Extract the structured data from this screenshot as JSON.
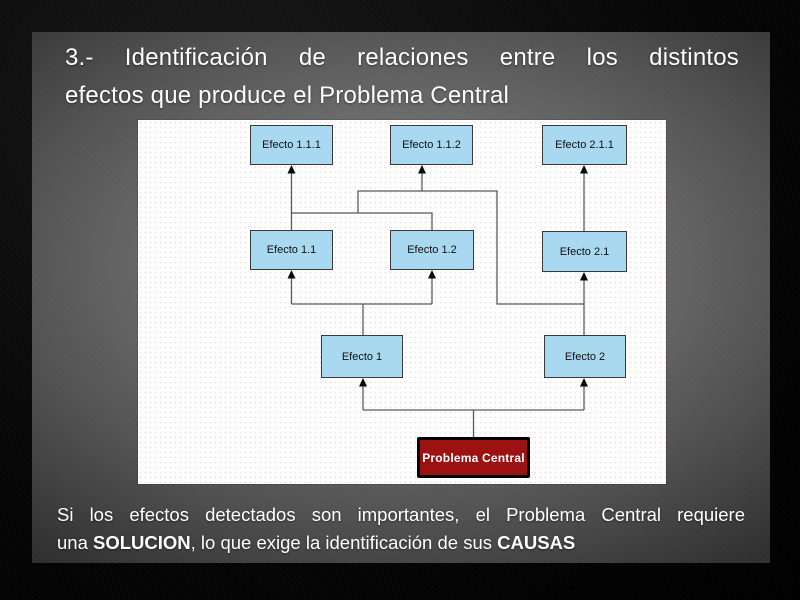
{
  "title": {
    "line1": "3.- Identificación de relaciones entre los distintos",
    "line2": "efectos que produce el Problema Central"
  },
  "footer": {
    "line1": "Si los efectos detectados son importantes, el Problema Central requiere",
    "line2_pre": "una ",
    "line2_bold1": "SOLUCION",
    "line2_mid": ", lo que exige la identificación de sus ",
    "line2_bold2": "CAUSAS"
  },
  "diagram": {
    "effects": [
      {
        "label": "Efecto 1.1.1"
      },
      {
        "label": "Efecto 1.1.2"
      },
      {
        "label": "Efecto 2.1.1"
      },
      {
        "label": "Efecto 1.1"
      },
      {
        "label": "Efecto 1.2"
      },
      {
        "label": "Efecto 2.1"
      },
      {
        "label": "Efecto 1"
      },
      {
        "label": "Efecto 2"
      }
    ],
    "problem": {
      "label": "Problema Central"
    },
    "colors": {
      "effect_fill": "#a8d9f0",
      "effect_border": "#3a3a3a",
      "problem_fill": "#9c1111",
      "problem_border": "#000000",
      "connector": "#5a5a5a",
      "arrowhead": "#0a0a0a",
      "slide_text": "#ffffff"
    }
  }
}
